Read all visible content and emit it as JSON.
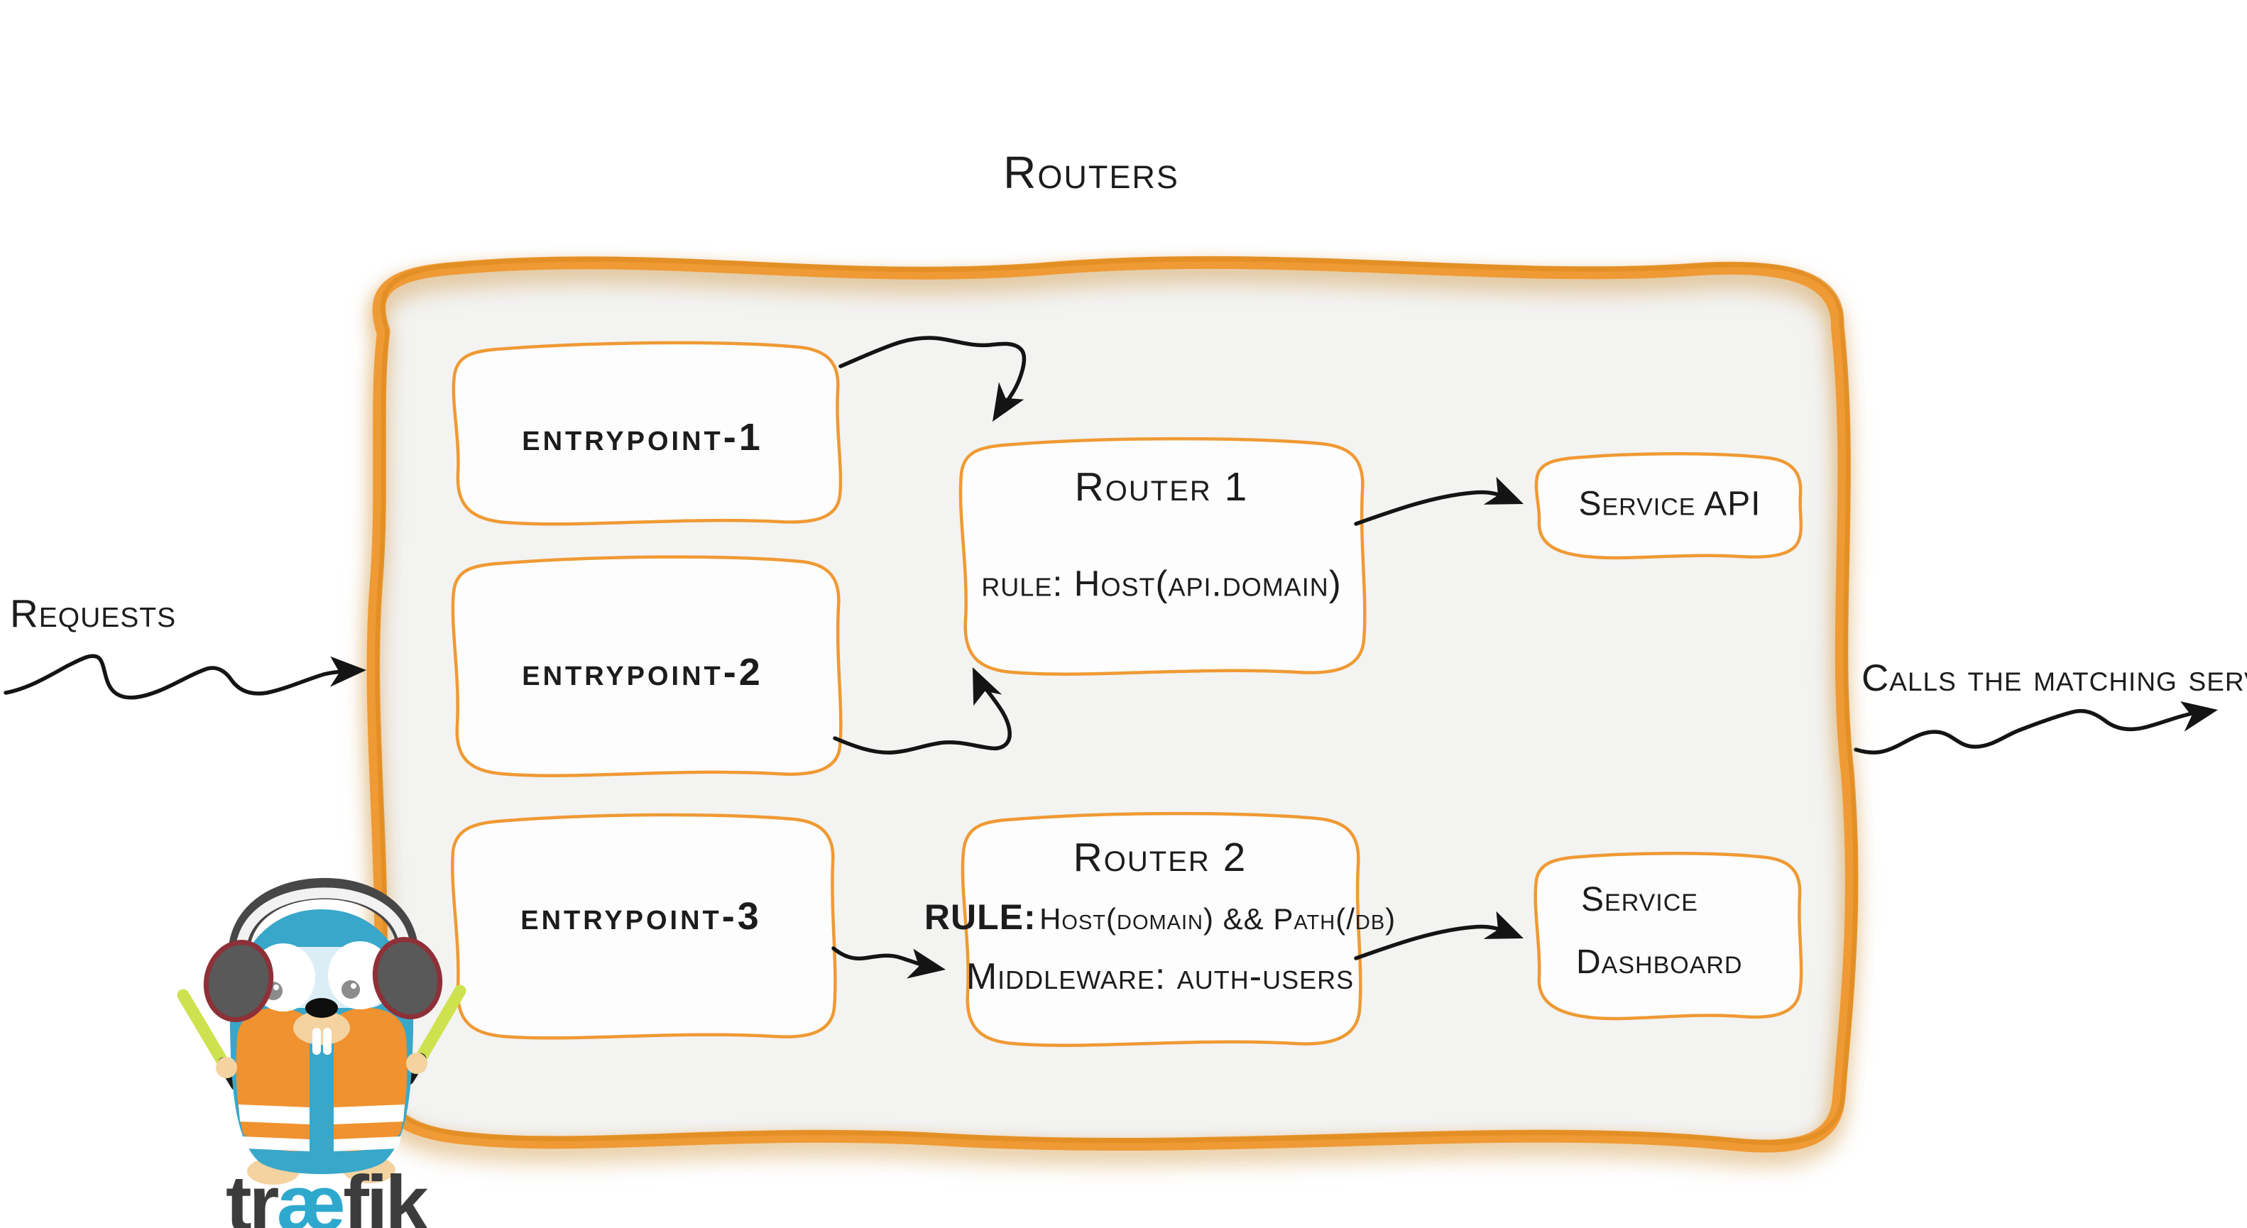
{
  "diagram": {
    "title": "Routers",
    "input_label": "Requests",
    "output_label": "Calls the matching server"
  },
  "entrypoints": [
    {
      "label": "entrypoint-1"
    },
    {
      "label": "entrypoint-2"
    },
    {
      "label": "entrypoint-3"
    }
  ],
  "routers": [
    {
      "name": "Router 1",
      "rule": "rule: Host(api.domain)"
    },
    {
      "name": "Router 2",
      "rule_label": "RULE:",
      "rule_value": "Host(domain) && Path(/db)",
      "middleware": "Middleware: auth-users"
    }
  ],
  "services": [
    {
      "name": "Service API"
    },
    {
      "name_line1": "Service",
      "name_line2": "Dashboard"
    }
  ],
  "logo": {
    "text_start": "tr",
    "text_mid": "æ",
    "text_end": "fik"
  },
  "colors": {
    "accent_orange": "#EF9A34",
    "accent_orange_dark": "#E08A20",
    "panel_gray": "#F3F3F2",
    "ink": "#1C1C1C",
    "logo_blue": "#38A7CA",
    "vest_orange": "#F0922F",
    "baton_green": "#CEE24F"
  }
}
